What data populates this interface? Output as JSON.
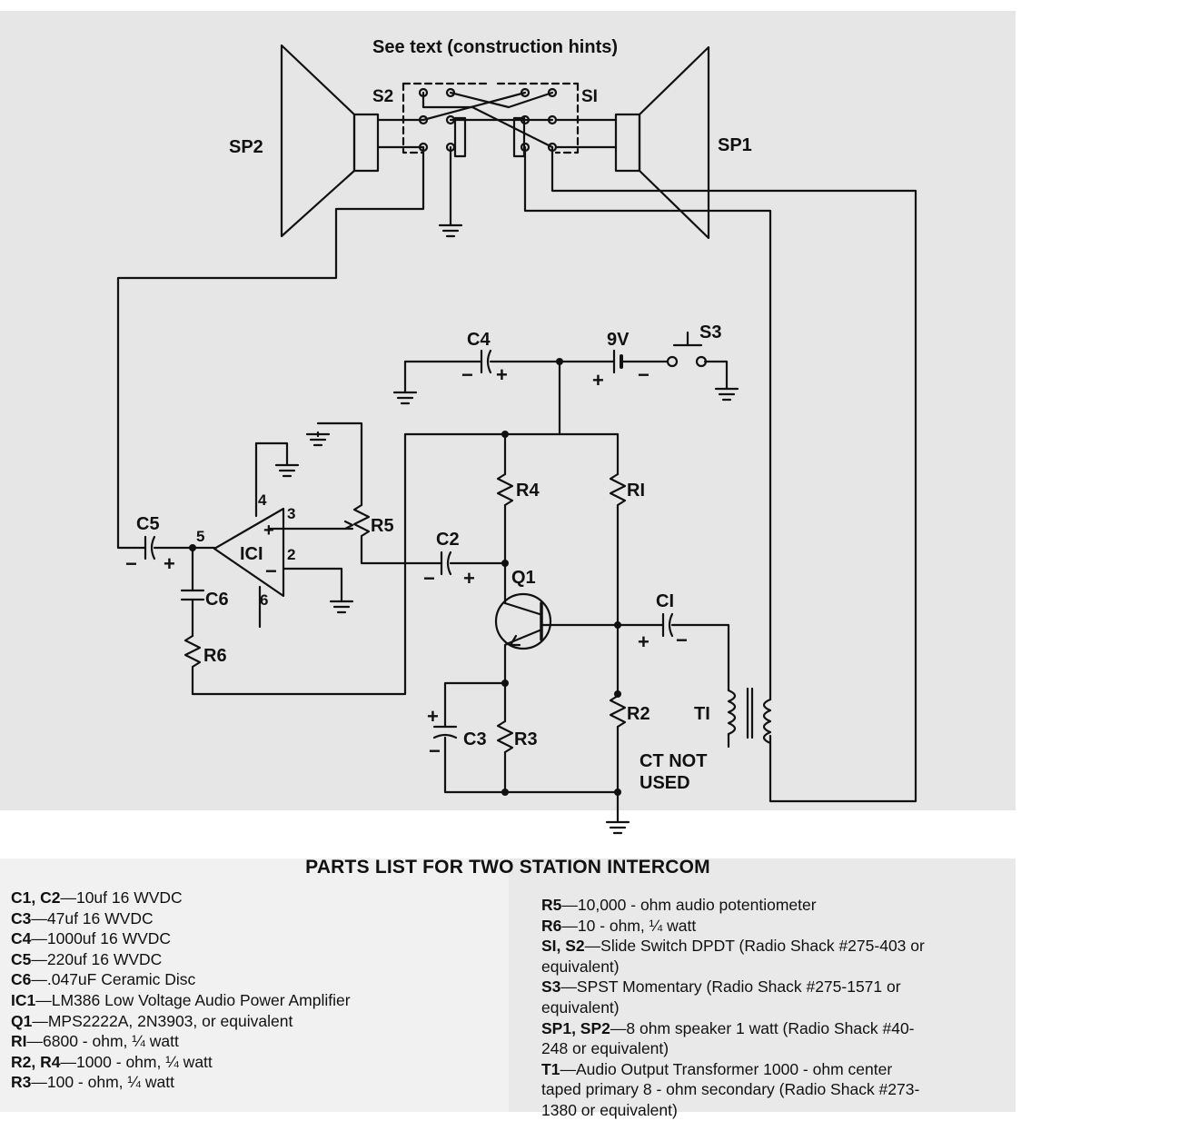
{
  "diagram": {
    "title": "See text (construction hints)",
    "labels": {
      "sp1": "SP1",
      "sp2": "SP2",
      "s1": "SI",
      "s2": "S2",
      "s3": "S3",
      "c1": "CI",
      "c2": "C2",
      "c3": "C3",
      "c4": "C4",
      "c5": "C5",
      "c6": "C6",
      "r1": "RI",
      "r2": "R2",
      "r3": "R3",
      "r4": "R4",
      "r5": "R5",
      "r6": "R6",
      "ic1": "ICI",
      "q1": "Q1",
      "t1": "TI",
      "battery": "9V",
      "pin2": "2",
      "pin3": "3",
      "pin4": "4",
      "pin5": "5",
      "pin6": "6",
      "ct_note_1": "CT NOT",
      "ct_note_2": "USED",
      "plus": "+",
      "minus": "−"
    }
  },
  "parts_list": {
    "title": "PARTS LIST FOR TWO STATION INTERCOM",
    "left": [
      {
        "ref": "C1, C2",
        "desc": "10uf 16 WVDC"
      },
      {
        "ref": "C3",
        "desc": "47uf 16 WVDC"
      },
      {
        "ref": "C4",
        "desc": "1000uf 16 WVDC"
      },
      {
        "ref": "C5",
        "desc": "220uf 16 WVDC"
      },
      {
        "ref": "C6",
        "desc": ".047uF Ceramic Disc"
      },
      {
        "ref": "IC1",
        "desc": "LM386 Low Voltage Audio Power Amplifier"
      },
      {
        "ref": "Q1",
        "desc": "MPS2222A, 2N3903, or equivalent"
      },
      {
        "ref": "RI",
        "desc": "6800 - ohm, ¼ watt"
      },
      {
        "ref": "R2, R4",
        "desc": "1000 - ohm, ¼ watt"
      },
      {
        "ref": "R3",
        "desc": "100 - ohm, ¼ watt"
      }
    ],
    "right": [
      {
        "ref": "R5",
        "desc": "10,000 - ohm audio potentiometer",
        "cont": ""
      },
      {
        "ref": "R6",
        "desc": "10 - ohm, ¼ watt",
        "cont": ""
      },
      {
        "ref": "SI, S2",
        "desc": "Slide Switch DPDT (Radio Shack #275-403 or",
        "cont": "equivalent)"
      },
      {
        "ref": "S3",
        "desc": "SPST Momentary (Radio Shack #275-1571 or",
        "cont": "equivalent)"
      },
      {
        "ref": "SP1, SP2",
        "desc": "8 ohm speaker 1 watt (Radio Shack #40-",
        "cont": "248 or equivalent)"
      },
      {
        "ref": "T1",
        "desc": "Audio Output Transformer 1000 - ohm center",
        "cont": "taped primary 8 - ohm secondary (Radio Shack #273-"
      },
      {
        "ref": "",
        "desc": "",
        "cont": "1380 or equivalent)"
      }
    ]
  }
}
